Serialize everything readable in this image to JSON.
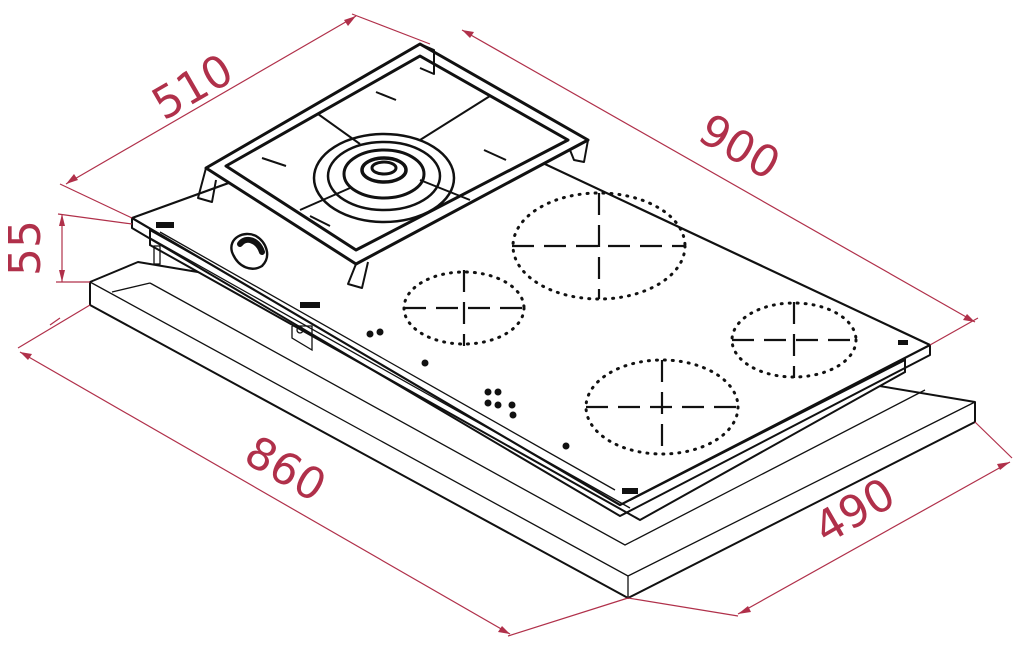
{
  "colors": {
    "dimension": "#b0304a",
    "drawing": "#111111",
    "background": "#ffffff"
  },
  "dimensions": {
    "depth_top": "510",
    "width_top": "900",
    "height": "55",
    "cutout_width": "860",
    "cutout_depth": "490"
  }
}
